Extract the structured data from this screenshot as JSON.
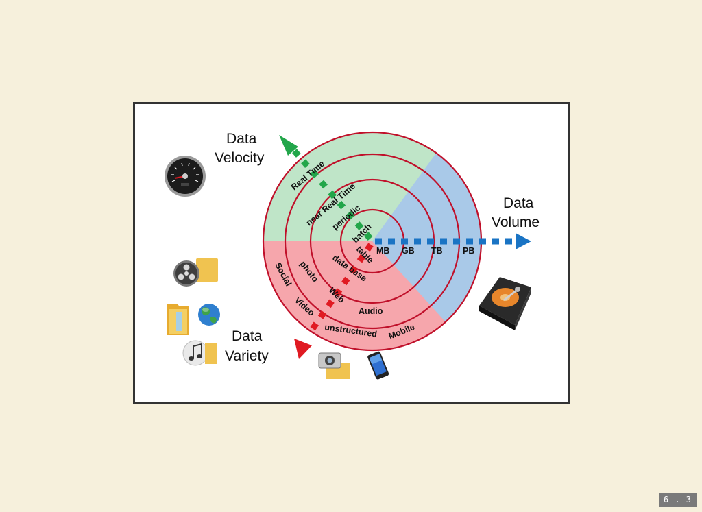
{
  "slide_number": "6 . 3",
  "velocity": {
    "title_line1": "Data",
    "title_line2": "Velocity",
    "levels": [
      "Real Time",
      "near Real Time",
      "periodic",
      "batch"
    ]
  },
  "volume": {
    "title_line1": "Data",
    "title_line2": "Volume",
    "levels": [
      "MB",
      "GB",
      "TB",
      "PB"
    ]
  },
  "variety": {
    "title_line1": "Data",
    "title_line2": "Variety",
    "levels": [
      "table",
      "data base",
      "photo",
      "Web",
      "Audio",
      "Social",
      "Video",
      "unstructured",
      "Mobile"
    ]
  },
  "colors": {
    "velocity": "#bfe5c8",
    "volume": "#a9c9e8",
    "variety": "#f6a6ac",
    "rings": "#c0102a",
    "velocity_arrow": "#22a64a",
    "volume_arrow": "#1a74c4",
    "variety_arrow": "#e01a22"
  },
  "icons": [
    "speedometer-icon",
    "hard-drive-icon",
    "film-reel-icon",
    "folder-icon",
    "globe-icon",
    "music-icon",
    "camera-icon",
    "mobile-phone-icon"
  ]
}
